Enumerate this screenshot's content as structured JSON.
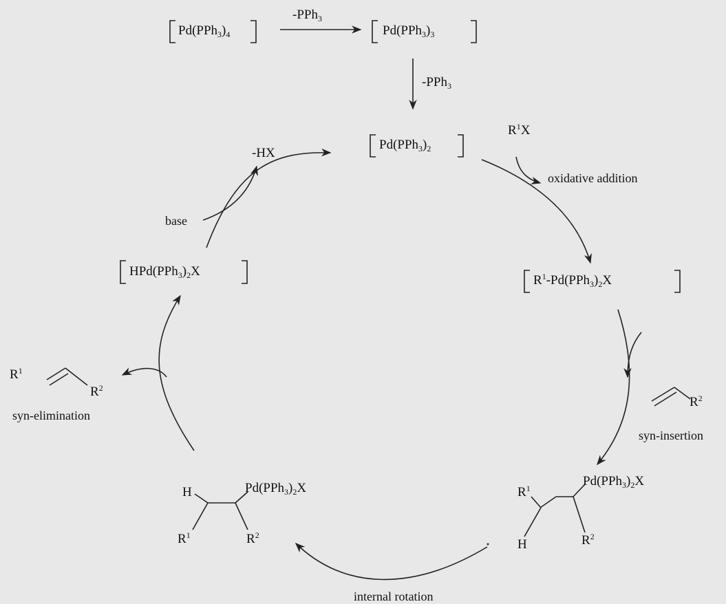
{
  "diagram": {
    "complexes": {
      "pd4": {
        "pre": "Pd(PPh",
        "sub": "3",
        "post": ")",
        "sub2": "4"
      },
      "pd3": {
        "pre": "Pd(PPh",
        "sub": "3",
        "post": ")",
        "sub2": "3"
      },
      "pd2": {
        "pre": "Pd(PPh",
        "sub": "3",
        "post": ")",
        "sub2": "2"
      },
      "r1pd": {
        "r": "R",
        "sup": "1",
        "pre": "-Pd(PPh",
        "sub": "3",
        "post": ")",
        "sub2": "2",
        "tail": "X"
      },
      "hpd": {
        "pre": "HPd(PPh",
        "sub": "3",
        "post": ")",
        "sub2": "2",
        "tail": "X"
      }
    },
    "reagents": {
      "minus_pph3_top": {
        "pre": "-PPh",
        "sub": "3"
      },
      "minus_pph3_side": {
        "pre": "-PPh",
        "sub": "3"
      },
      "r1x": {
        "r": "R",
        "sup": "1",
        "tail": "X"
      },
      "minus_hx": "-HX",
      "base": "base",
      "alkene_r2": {
        "r": "R",
        "sup": "2"
      }
    },
    "step_labels": {
      "oxidative_addition": "oxidative addition",
      "syn_insertion": "syn-insertion",
      "internal_rotation": "internal rotation",
      "syn_elimination": "syn-elimination"
    },
    "intermediate_right": {
      "r1": {
        "r": "R",
        "sup": "1"
      },
      "h": "H",
      "pd": {
        "pre": "Pd(PPh",
        "sub": "3",
        "post": ")",
        "sub2": "2",
        "tail": "X"
      },
      "r2": {
        "r": "R",
        "sup": "2"
      }
    },
    "intermediate_left": {
      "h": "H",
      "r1": {
        "r": "R",
        "sup": "1"
      },
      "pd": {
        "pre": "Pd(PPh",
        "sub": "3",
        "post": ")",
        "sub2": "2",
        "tail": "X"
      },
      "r2": {
        "r": "R",
        "sup": "2"
      }
    },
    "product": {
      "r1": {
        "r": "R",
        "sup": "1"
      },
      "r2": {
        "r": "R",
        "sup": "2"
      }
    }
  }
}
